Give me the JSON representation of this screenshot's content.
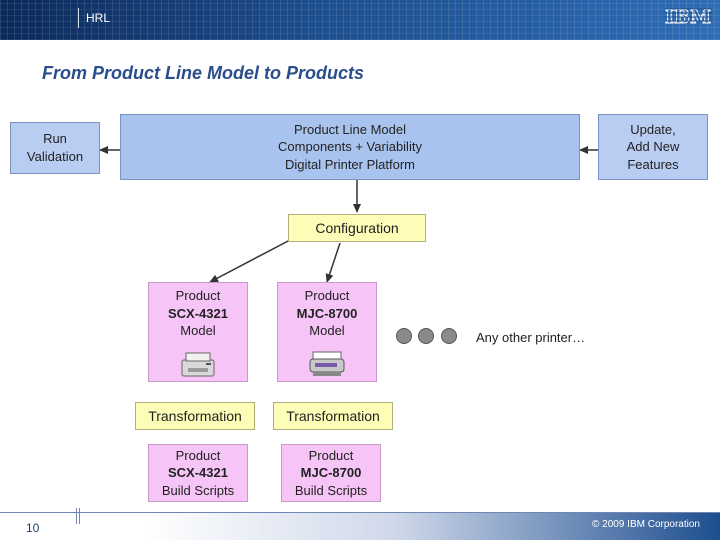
{
  "header": {
    "section_label": "HRL",
    "logo_text": "IBM"
  },
  "title": "From Product Line Model to Products",
  "run_validation": {
    "lines": [
      "Run",
      "Validation"
    ]
  },
  "product_line_model": {
    "lines": [
      "Product Line Model",
      "Components + Variability",
      "Digital Printer Platform"
    ]
  },
  "update_features": {
    "lines": [
      "Update,",
      "Add New",
      "Features"
    ]
  },
  "configuration": "Configuration",
  "model_left": {
    "line1": "Product",
    "line2": "SCX-4321",
    "line3": "Model"
  },
  "model_right": {
    "line1": "Product",
    "line2": "MJC-8700",
    "line3": "Model"
  },
  "any_other": "Any other printer…",
  "transform_left": "Transformation",
  "transform_right": "Transformation",
  "build_left": {
    "line1": "Product",
    "line2": "SCX-4321",
    "line3": "Build Scripts"
  },
  "build_right": {
    "line1": "Product",
    "line2": "MJC-8700",
    "line3": "Build Scripts"
  },
  "footer": {
    "page_number": "10",
    "copyright": "© 2009 IBM Corporation"
  },
  "icons": {
    "printer_left": "laser-printer-icon",
    "printer_right": "inkjet-printer-icon",
    "more": "ellipsis-dots-icon"
  },
  "colors": {
    "title": "#2a4d8c",
    "model_box": "#a9c3ef",
    "configuration_box": "#fdfdb8",
    "product_box": "#f6c4f6",
    "header": "#1d4e8f"
  }
}
